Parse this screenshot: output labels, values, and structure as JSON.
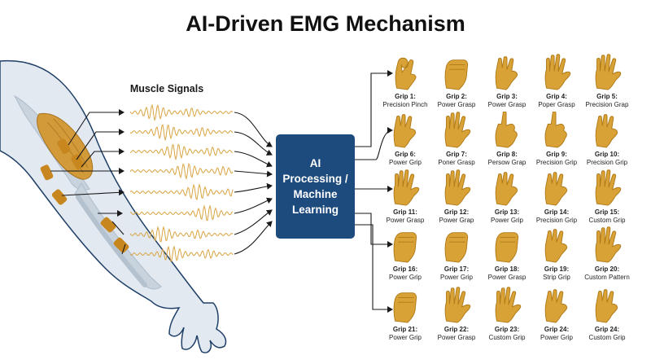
{
  "title": "AI-Driven EMG Mechanism",
  "signals_label": "Muscle Signals",
  "ai_box_label": "AI\nProcessing /\nMachine\nLearning",
  "colors": {
    "skin_fill": "#e2e9f1",
    "skin_outline": "#1f3f66",
    "bone": "#c9d3de",
    "muscle": "#d39a3a",
    "sensor": "#c8861f",
    "signal": "#d9a441",
    "box": "#1e4b7e",
    "hand": "#d9a236",
    "arrow": "#1a1a1a"
  },
  "grips": [
    {
      "num": "Grip 1:",
      "desc": "Precision Pinch",
      "icon": "pinch-hand-icon"
    },
    {
      "num": "Grip 2:",
      "desc": "Power Grasp",
      "icon": "fist-hand-icon"
    },
    {
      "num": "Grip 3:",
      "desc": "Power Grasp",
      "icon": "grasp-hand-icon"
    },
    {
      "num": "Grip 4:",
      "desc": "Poper Grasp",
      "icon": "open-hand-icon"
    },
    {
      "num": "Grip 5:",
      "desc": "Precision Grap",
      "icon": "open-hand-icon"
    },
    {
      "num": "Grip 6:",
      "desc": "Power Grip",
      "icon": "grasp-hand-icon"
    },
    {
      "num": "Grip 7:",
      "desc": "Poner Grasp",
      "icon": "open-hand-icon"
    },
    {
      "num": "Grip 8:",
      "desc": "Persow Grap",
      "icon": "point-hand-icon"
    },
    {
      "num": "Grip 9:",
      "desc": "Precision Grip",
      "icon": "point-hand-icon"
    },
    {
      "num": "Grip 10:",
      "desc": "Precision Grip",
      "icon": "grasp-hand-icon"
    },
    {
      "num": "Grip 11:",
      "desc": "Power Grasp",
      "icon": "open-hand-icon"
    },
    {
      "num": "Grip 12:",
      "desc": "Power Grap",
      "icon": "open-hand-icon"
    },
    {
      "num": "Grip 13:",
      "desc": "Power Grip",
      "icon": "grasp-hand-icon"
    },
    {
      "num": "Grip 14:",
      "desc": "Precision Grip",
      "icon": "grasp-hand-icon"
    },
    {
      "num": "Grip 15:",
      "desc": "Custom Grip",
      "icon": "open-hand-icon"
    },
    {
      "num": "Grip 16:",
      "desc": "Power Grip",
      "icon": "fist-hand-icon"
    },
    {
      "num": "Grip 17:",
      "desc": "Power Grip",
      "icon": "fist-hand-icon"
    },
    {
      "num": "Grip 18:",
      "desc": "Power Grasp",
      "icon": "fist-hand-icon"
    },
    {
      "num": "Grip 19:",
      "desc": "Strip Grip",
      "icon": "grasp-hand-icon"
    },
    {
      "num": "Grip 20:",
      "desc": "Custom Pattern",
      "icon": "open-hand-icon"
    },
    {
      "num": "Grip 21:",
      "desc": "Power Grip",
      "icon": "fist-hand-icon"
    },
    {
      "num": "Grip 22:",
      "desc": "Power Grasp",
      "icon": "open-hand-icon"
    },
    {
      "num": "Grip 23:",
      "desc": "Custom Grip",
      "icon": "open-hand-icon"
    },
    {
      "num": "Grip 24:",
      "desc": "Power Grip",
      "icon": "grasp-hand-icon"
    },
    {
      "num": "Grip 24:",
      "desc": "Custom Grip",
      "icon": "grasp-hand-icon"
    }
  ]
}
